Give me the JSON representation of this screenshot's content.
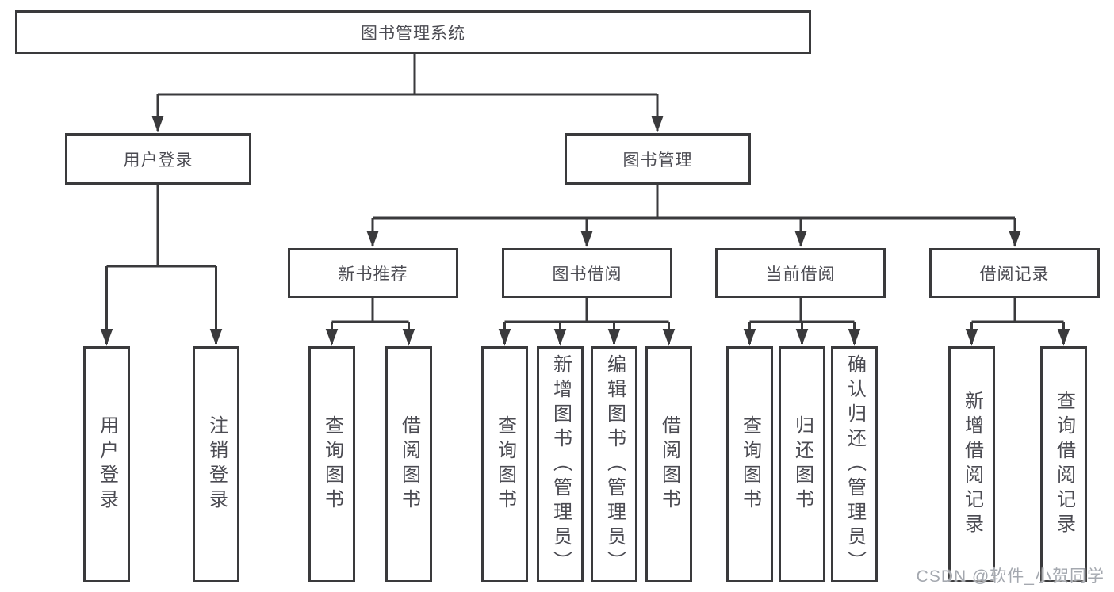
{
  "tree": {
    "label": "图书管理系统",
    "children": [
      {
        "label": "用户登录",
        "children": [
          {
            "label": "用户登录"
          },
          {
            "label": "注销登录"
          }
        ]
      },
      {
        "label": "图书管理",
        "children": [
          {
            "label": "新书推荐",
            "children": [
              {
                "label": "查询图书"
              },
              {
                "label": "借阅图书"
              }
            ]
          },
          {
            "label": "图书借阅",
            "children": [
              {
                "label": "查询图书"
              },
              {
                "label": "新增图书（管理员）"
              },
              {
                "label": "编辑图书（管理员）"
              },
              {
                "label": "借阅图书"
              }
            ]
          },
          {
            "label": "当前借阅",
            "children": [
              {
                "label": "查询图书"
              },
              {
                "label": "归还图书"
              },
              {
                "label": "确认归还（管理员）"
              }
            ]
          },
          {
            "label": "借阅记录",
            "children": [
              {
                "label": "新增借阅记录"
              },
              {
                "label": "查询借阅记录"
              }
            ]
          }
        ]
      }
    ]
  },
  "watermark": {
    "text": "CSDN @软件_小贺同学"
  },
  "colors": {
    "line": "#3a3a3c",
    "text": "#4b4b52",
    "box_background": "#ffffff",
    "watermark": "#a4a8af"
  }
}
